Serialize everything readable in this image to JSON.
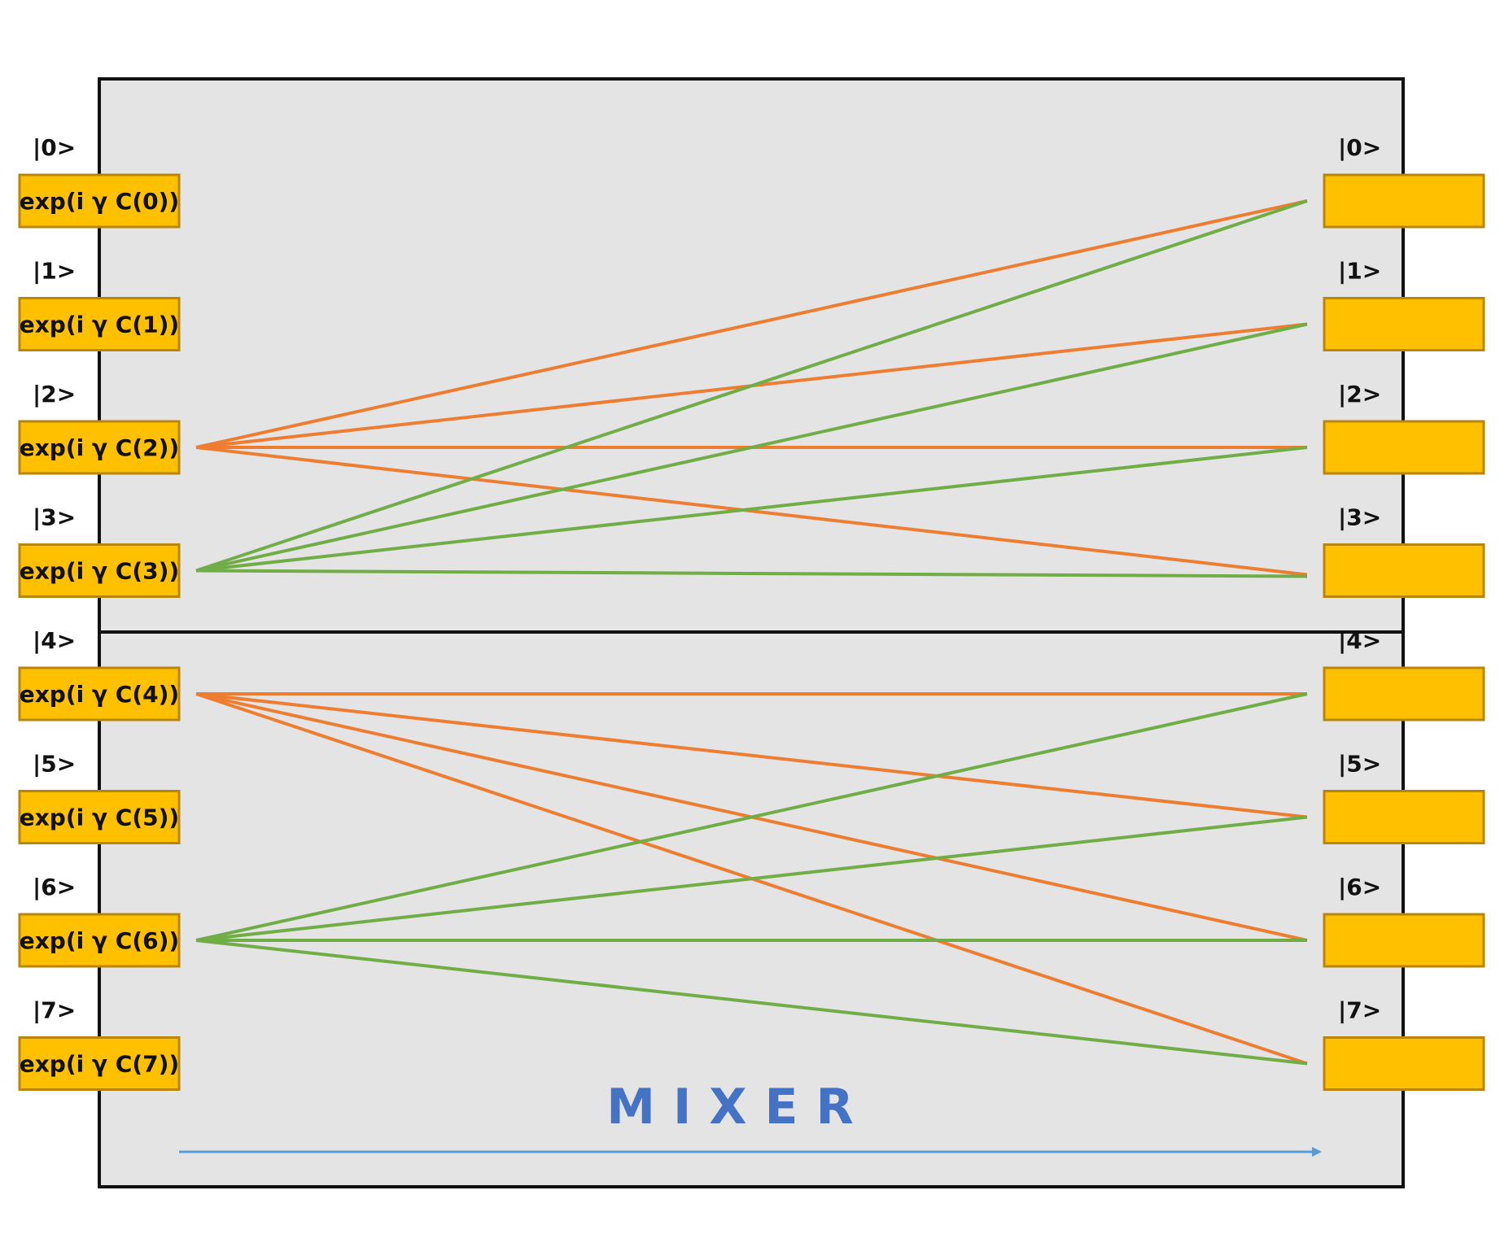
{
  "title": "MIXER",
  "colors": {
    "panel_fill": "#e4e4e4",
    "panel_stroke": "#111111",
    "box_fill": "#ffc000",
    "box_stroke": "#b8860b",
    "orange": "#ed7d31",
    "green": "#70ad47",
    "title": "#4472c4",
    "arrow": "#5b9bd5"
  },
  "left": {
    "kets": [
      "|0>",
      "|1>",
      "|2>",
      "|3>",
      "|4>",
      "|5>",
      "|6>",
      "|7>"
    ],
    "boxes": [
      "exp(i γ C(0))",
      "exp(i γ C(1))",
      "exp(i γ C(2))",
      "exp(i γ C(3))",
      "exp(i γ C(4))",
      "exp(i γ C(5))",
      "exp(i γ C(6))",
      "exp(i γ C(7))"
    ]
  },
  "right": {
    "kets": [
      "|0>",
      "|1>",
      "|2>",
      "|3>",
      "|4>",
      "|5>",
      "|6>",
      "|7>"
    ],
    "boxes": [
      "",
      "",
      "",
      "",
      "",
      "",
      "",
      ""
    ]
  },
  "connections": [
    {
      "from": 2,
      "to": [
        0,
        1,
        2,
        3
      ],
      "color": "orange"
    },
    {
      "from": 3,
      "to": [
        0,
        1,
        2,
        3
      ],
      "color": "green"
    },
    {
      "from": 4,
      "to": [
        4,
        5,
        6,
        7
      ],
      "color": "orange"
    },
    {
      "from": 6,
      "to": [
        4,
        5,
        6,
        7
      ],
      "color": "green"
    }
  ]
}
